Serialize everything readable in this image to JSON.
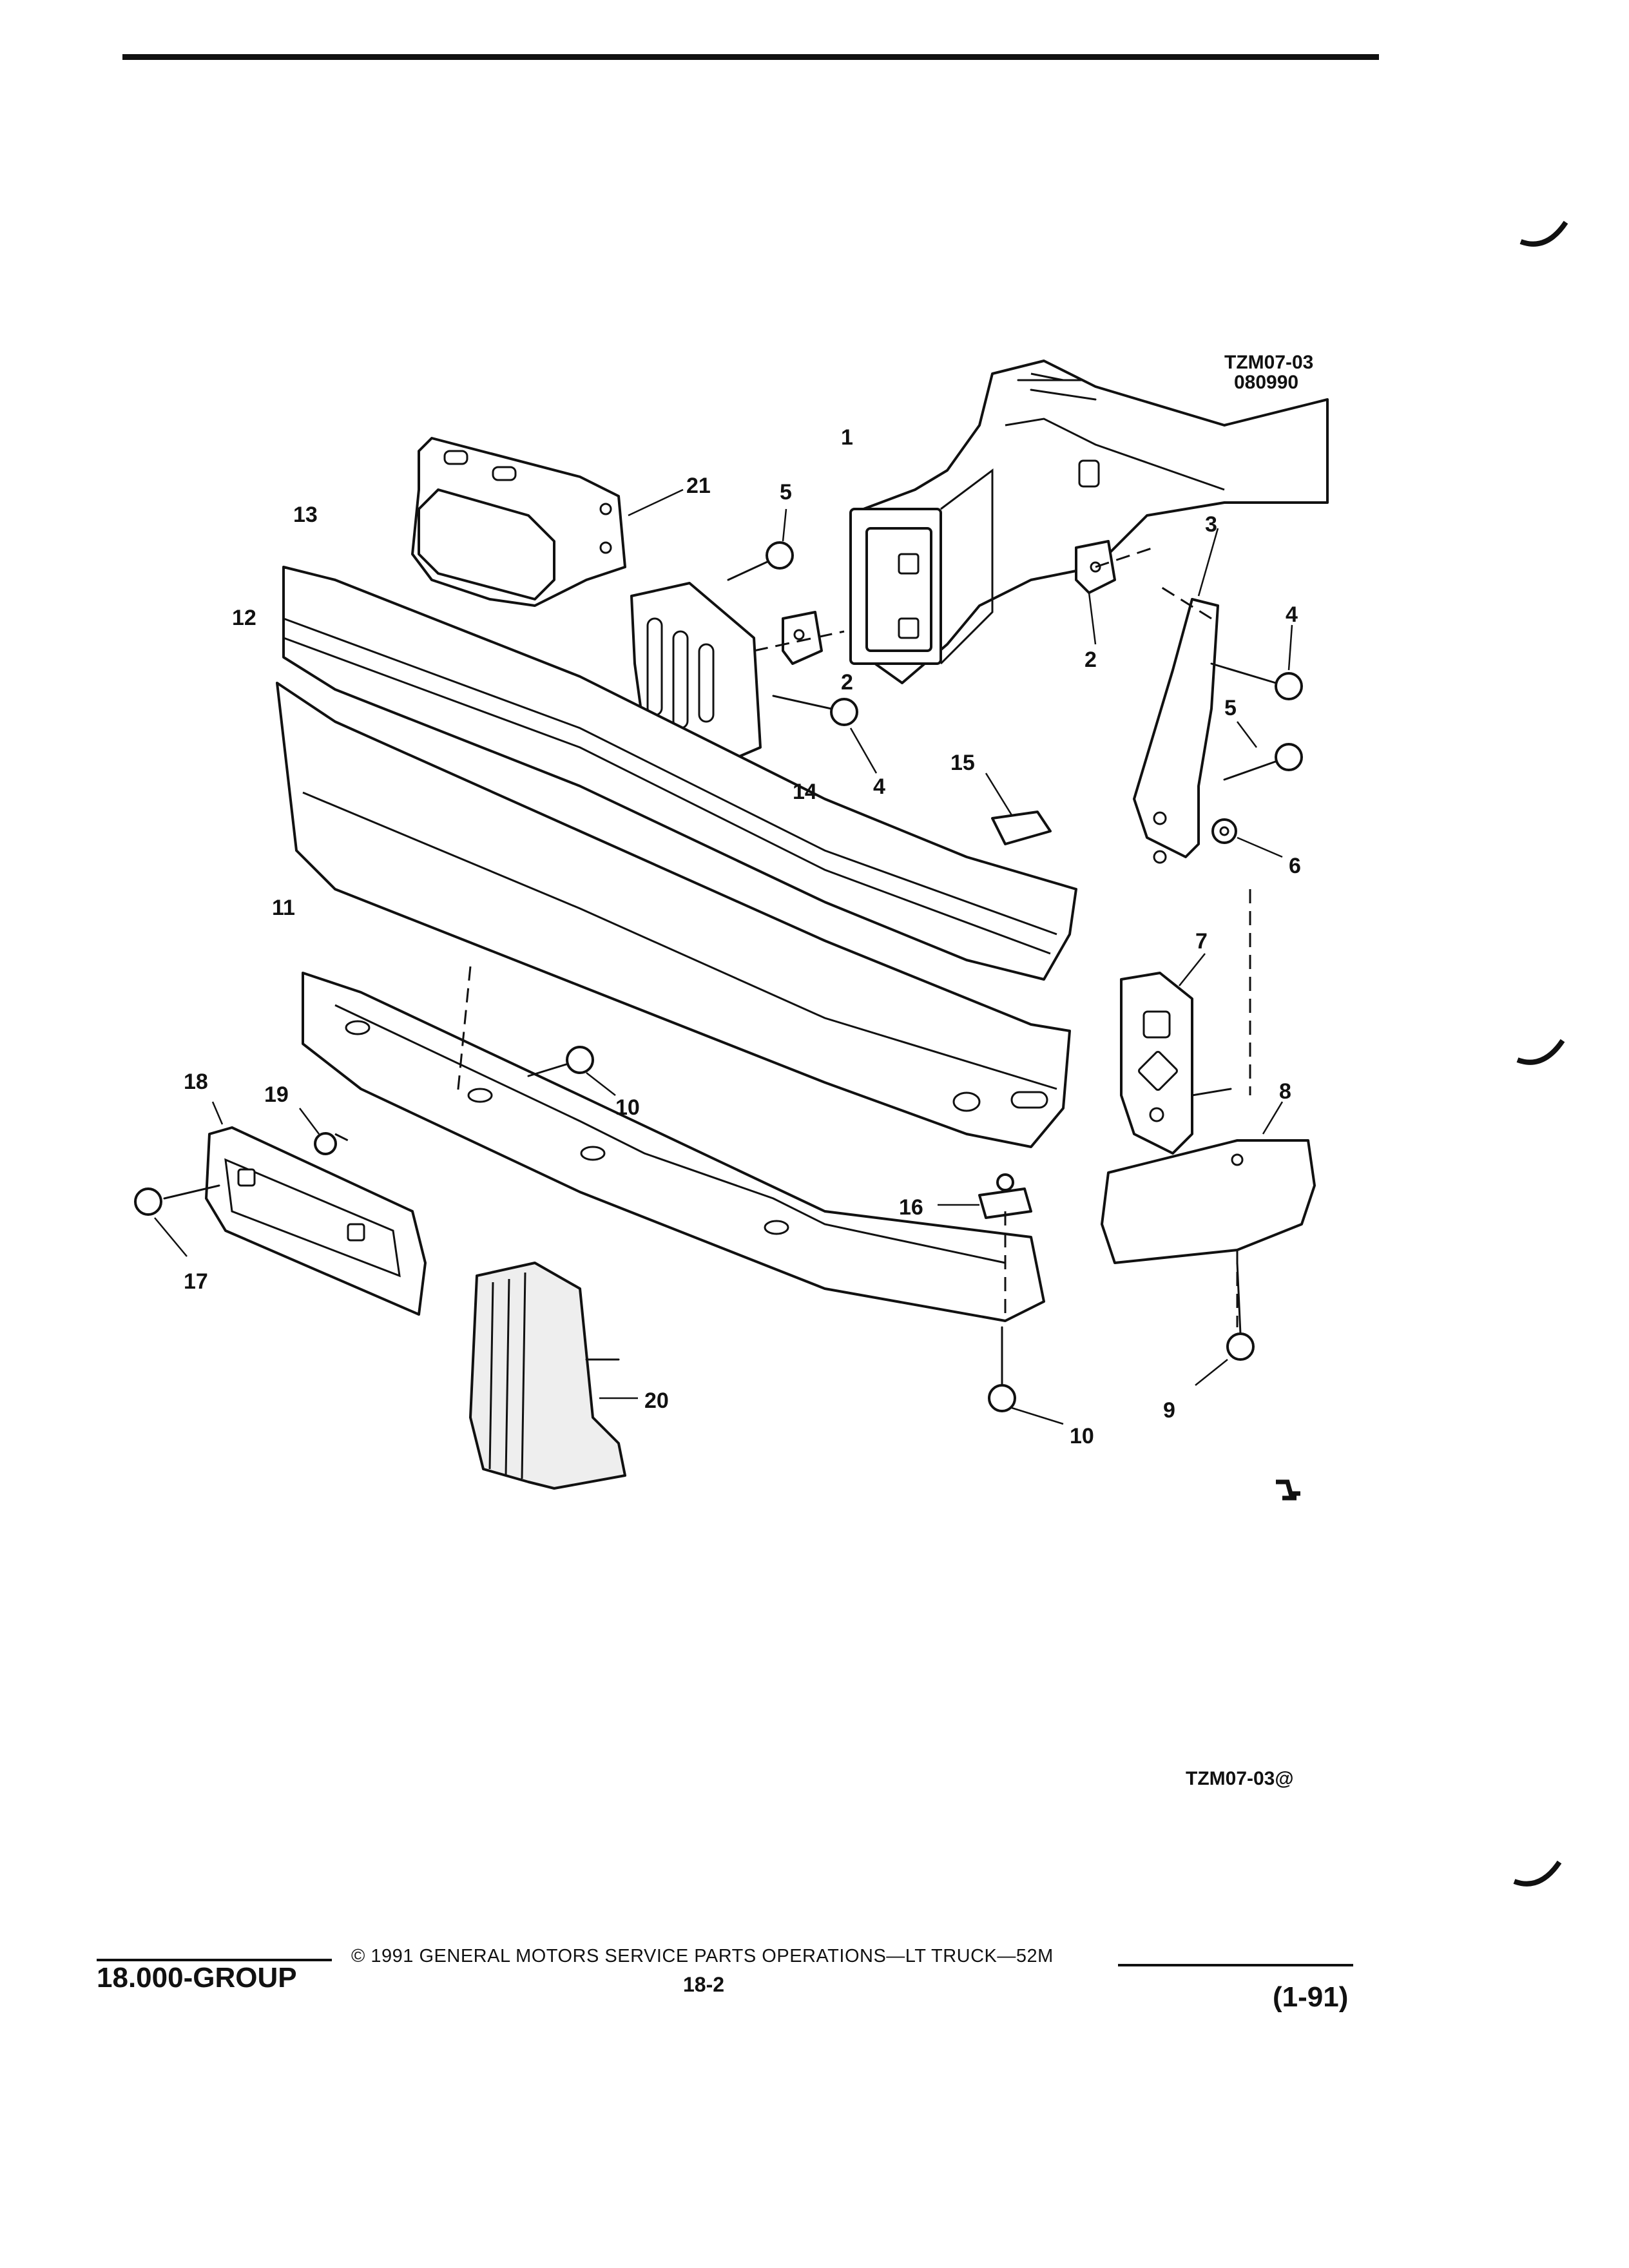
{
  "figure": {
    "reference_code": "TZM07-03",
    "reference_date": "080990",
    "bottom_reference": "TZM07-03@",
    "callouts": {
      "c1": "1",
      "c2a": "2",
      "c2b": "2",
      "c3": "3",
      "c4a": "4",
      "c4b": "4",
      "c5a": "5",
      "c5b": "5",
      "c6": "6",
      "c7": "7",
      "c8": "8",
      "c9": "9",
      "c10a": "10",
      "c10b": "10",
      "c11": "11",
      "c12": "12",
      "c13": "13",
      "c14": "14",
      "c15": "15",
      "c16": "16",
      "c17": "17",
      "c18": "18",
      "c19": "19",
      "c20": "20",
      "c21": "21"
    }
  },
  "footer": {
    "group": "18.000-GROUP",
    "copyright": "© 1991 GENERAL MOTORS SERVICE PARTS OPERATIONS—LT TRUCK—52M",
    "page_number": "18-2",
    "revision_date": "(1-91)"
  }
}
